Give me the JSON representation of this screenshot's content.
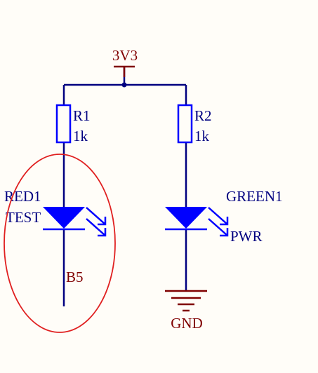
{
  "colors": {
    "background": "#fffdf8",
    "wire": "#000080",
    "power_symbol": "#800000",
    "component_outline": "#0000ff",
    "led_fill": "#0000ff",
    "designator_text": "#000080",
    "net_text": "#800000",
    "highlight_ellipse": "#e02020"
  },
  "power": {
    "label": "3V3"
  },
  "resistors": [
    {
      "designator": "R1",
      "value": "1k"
    },
    {
      "designator": "R2",
      "value": "1k"
    }
  ],
  "leds": [
    {
      "designator": "RED1",
      "comment": "TEST",
      "icon": "led-diode-icon"
    },
    {
      "designator": "GREEN1",
      "comment": "PWR",
      "icon": "led-diode-icon"
    }
  ],
  "nets": {
    "led_cathode": "B5"
  },
  "ground": {
    "label": "GND"
  }
}
